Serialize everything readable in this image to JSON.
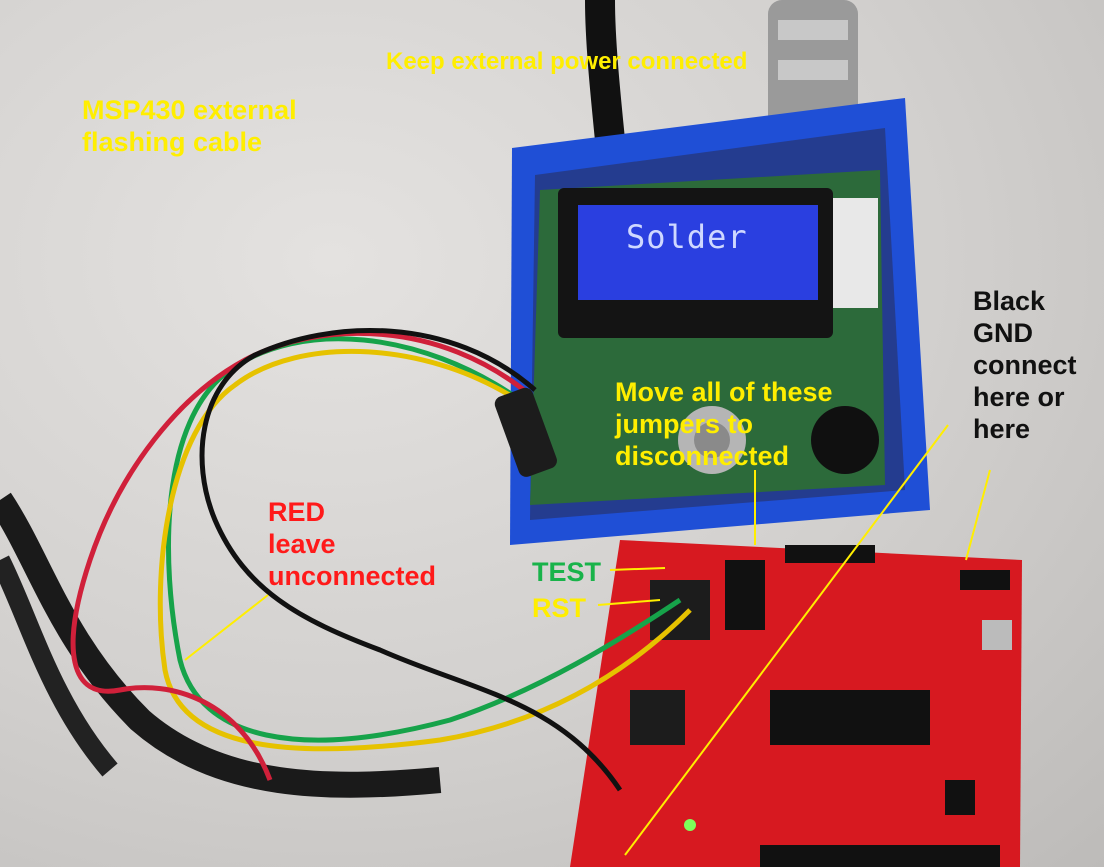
{
  "annotations": {
    "keep_power": "Keep external power connected",
    "msp430_cable": "MSP430 external\nflashing cable",
    "move_jumpers": "Move all of these\njumpers to\ndisconnected",
    "black_gnd": "Black\nGND\nconnect\nhere or\nhere",
    "red_leave": "RED\nleave\nunconnected",
    "test": "TEST",
    "rst": "RST"
  },
  "device": {
    "lcd_text": "Solder"
  },
  "colors": {
    "annotation_yellow": "#ffee00",
    "annotation_red": "#ff1a1a",
    "annotation_green": "#19b34a",
    "enclosure_blue": "#1f4fd6",
    "launchpad_red": "#d71920",
    "lcd_blue": "#2a3fe0"
  }
}
